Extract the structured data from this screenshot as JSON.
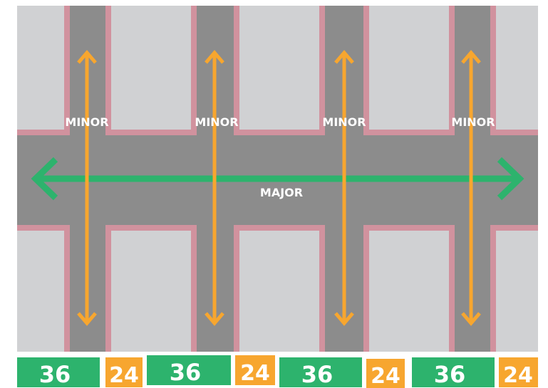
{
  "colors": {
    "road": "#8c8c8c",
    "block": "#d0d1d3",
    "sidewalk": "#d1929e",
    "major_arrow": "#2db36d",
    "minor_arrow": "#f7a62f",
    "width_green": "#2db36d",
    "width_orange": "#f7a62f",
    "label": "#ffffff"
  },
  "labels": {
    "minor": "MINOR",
    "major": "MAJOR"
  },
  "widths": {
    "major": "36",
    "minor": "24"
  },
  "icons": {
    "major_arrow": "double-headed-arrow-horizontal",
    "minor_arrow": "double-headed-arrow-vertical"
  }
}
